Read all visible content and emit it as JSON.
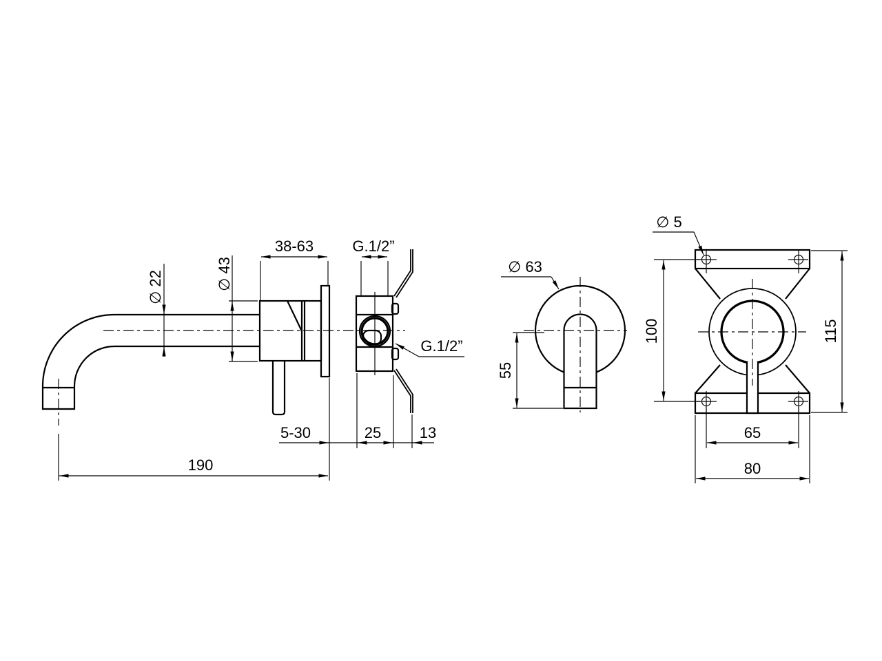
{
  "colors": {
    "background": "#ffffff",
    "line": "#000000"
  },
  "views": {
    "side": {
      "spout_diameter": "∅ 22",
      "body_diameter": "∅ 43",
      "depth_range": "38-63",
      "top_thread": "G.1/2”",
      "side_thread": "G.1/2”",
      "wall_range": "5-30",
      "valve_width": "25",
      "bracket_offset": "13",
      "spout_reach": "190"
    },
    "front": {
      "escutcheon_diameter": "∅ 63",
      "spout_drop": "55"
    },
    "mount": {
      "screw_diameter": "∅ 5",
      "hole_spacing_vertical": "100",
      "overall_height": "115",
      "hole_spacing_horizontal": "65",
      "overall_width": "80"
    }
  }
}
